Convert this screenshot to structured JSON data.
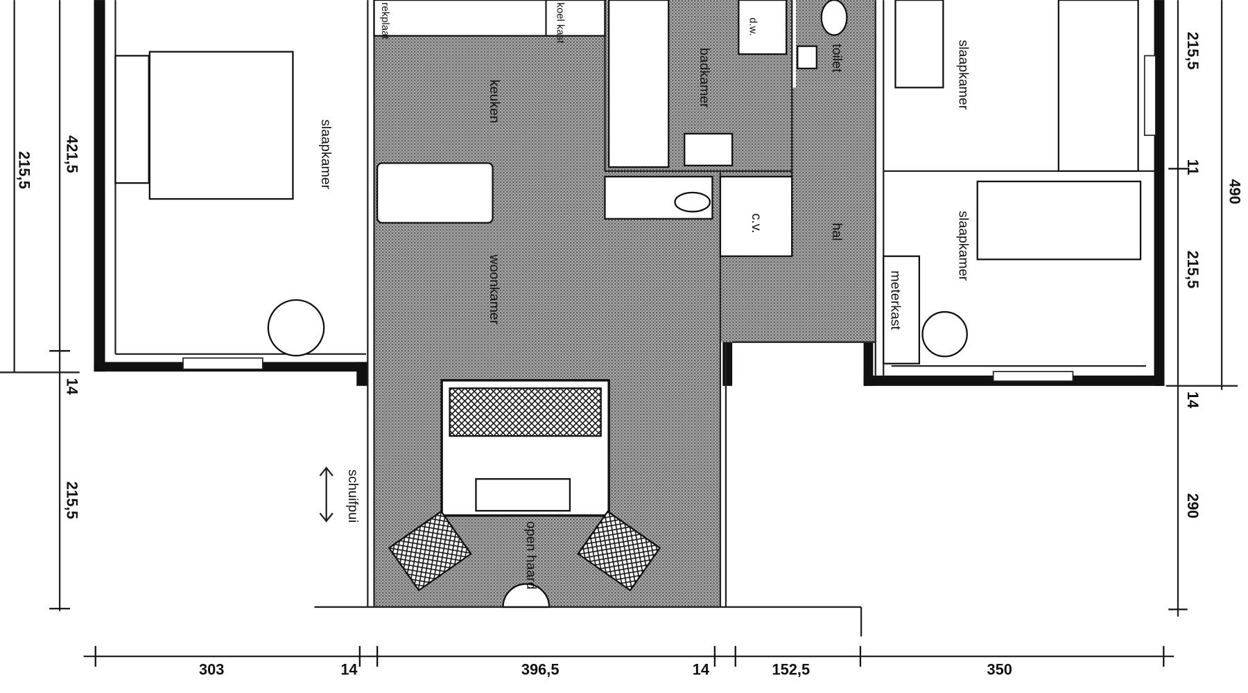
{
  "rooms": {
    "bedroom_left": "slaapkamer",
    "kitchen": "keuken",
    "living": "woonkamer",
    "bathroom": "badkamer",
    "toilet": "toilet",
    "hall": "hal",
    "boiler": "c.v.",
    "bedroom_right_top": "slaapkamer",
    "bedroom_right_bottom": "slaapkamer",
    "meter_cupboard": "meterkast",
    "fridge": "koel kast",
    "shelf": "rekplaat",
    "washer": "d.w.",
    "sliding_door": "schuifpui",
    "fireplace": "open haard"
  },
  "dimensions": {
    "bottom": [
      "303",
      "14",
      "396,5",
      "14",
      "152,5",
      "350"
    ],
    "right_inner": [
      "215,5",
      "11",
      "215,5",
      "14",
      "290"
    ],
    "right_outer": [
      "490"
    ],
    "left_inner": [
      "421,5",
      "14",
      "215,5"
    ],
    "left_outer": [
      "215,5"
    ]
  },
  "colors": {
    "floor_hatch": "#8a8a8a",
    "wall": "#111111"
  }
}
